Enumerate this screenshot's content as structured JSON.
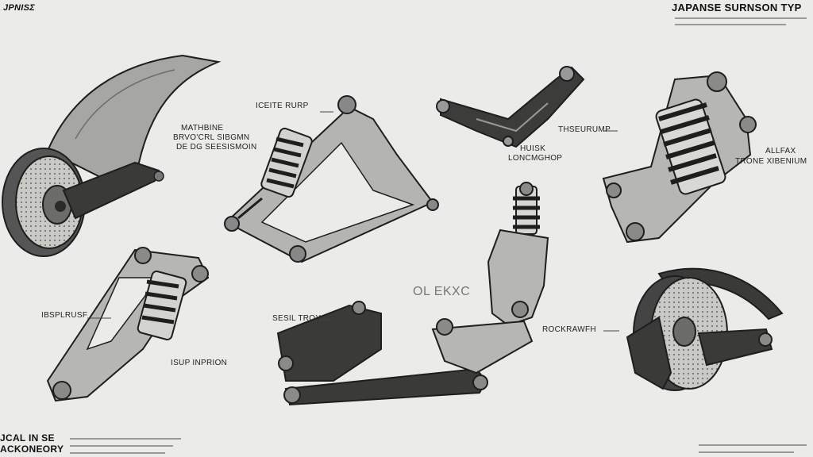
{
  "header": {
    "logo_text": "JPNISΣ",
    "title": "JAPANSE SURNSON TYP"
  },
  "footer": {
    "corner_line1": "JCAL IN SE",
    "corner_line2": "ACKONEORY"
  },
  "labels": {
    "top_left_1": "MATHBINE",
    "top_left_2": "BRVO'CRL SIBGMN",
    "top_left_3": "DE DG SEESISMOIN",
    "upper_arm": "ICEITE RURP",
    "center_1": "HUISK",
    "center_2": "LONCMGHOP",
    "right_arm": "THSEURUMP",
    "right_1": "ALLFAX",
    "right_2": "TRONE XIBENIUM",
    "left_mid": "IBSPLRUSF",
    "left_low": "ISUP INPRION",
    "center_big": "OL EKXC",
    "center_low": "SESIL TROY",
    "rocker": "ROCKRAWFH"
  },
  "colors": {
    "background": "#ebebea",
    "metal_light": "#b9b9b6",
    "metal_mid": "#8f8f8b",
    "metal_dark": "#3a3a38",
    "outline": "#1e1e1e"
  }
}
